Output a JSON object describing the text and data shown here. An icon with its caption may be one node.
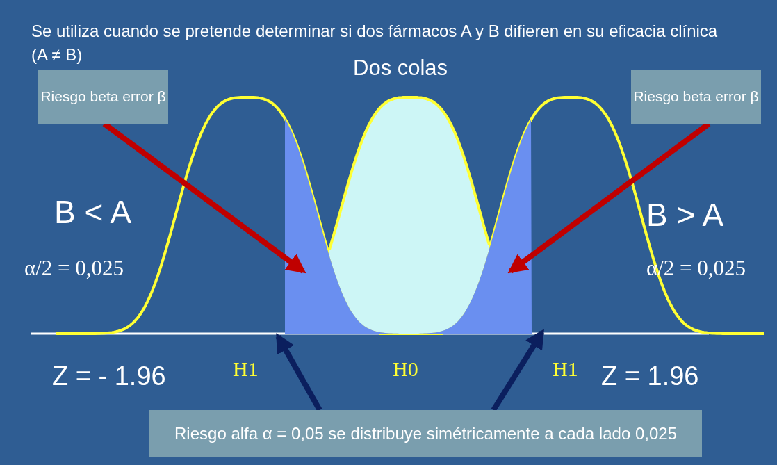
{
  "diagram": {
    "title": "Dos colas",
    "nodes": [
      {
        "text": [
          "Riesgo beta error β"
        ]
      },
      {
        "text": [
          "Riesgo beta error β"
        ]
      },
      {
        "text": [
          "Riesgo alfa α = 0,05 se distribuye simétricamente a cada lado 0,025"
        ]
      },
      {
        "text": [],
        "shape": "area"
      },
      {
        "text": [],
        "shape": "area"
      }
    ],
    "edges": [
      {
        "from": 0,
        "to": 3,
        "arrow": "to",
        "color": "#c00000"
      },
      {
        "from": 1,
        "to": 4,
        "arrow": "to",
        "color": "#c00000"
      },
      {
        "from": 2,
        "to": 3,
        "arrow": "to",
        "color": "#0b1f5e"
      },
      {
        "from": 2,
        "to": 4,
        "arrow": "to",
        "color": "#0b1f5e"
      }
    ],
    "labels": [
      "Se utiliza cuando se pretende determinar si dos fármacos A y B difieren en su eficacia clínica (A ≠ B)",
      "B < A",
      "α/2 = 0,025",
      "B > A",
      "α/2 = 0,025",
      "Z = - 1.96",
      "H1",
      "H0",
      "H1",
      "Z = 1.96"
    ]
  }
}
